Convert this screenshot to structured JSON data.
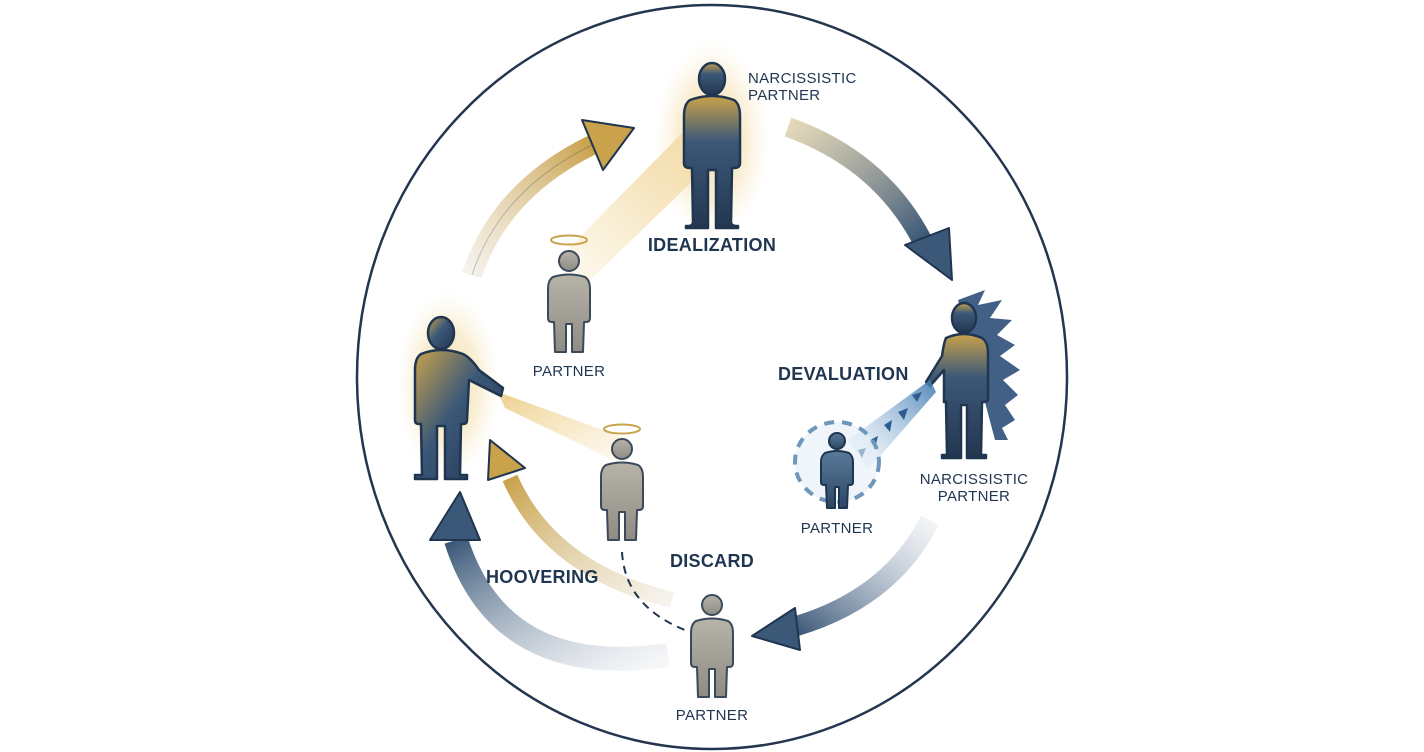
{
  "stages": {
    "idealization": "IDEALIZATION",
    "devaluation": "DEVALUATION",
    "discard": "DISCARD",
    "hoovering": "HOOVERING"
  },
  "roles": {
    "narcissist_top_line1": "NARCISSISTIC",
    "narcissist_top_line2": "PARTNER",
    "narcissist_right_line1": "NARCISSISTIC",
    "narcissist_right_line2": "PARTNER",
    "partner_idealized": "PARTNER",
    "partner_devalued": "PARTNER",
    "partner_discarded": "PARTNER"
  },
  "icons": {
    "figure": "person-silhouette-icon",
    "halo": "halo-icon",
    "arrow": "cycle-arrow-icon",
    "aura": "glow-aura-icon",
    "spikes": "jagged-spikes-icon"
  },
  "colors": {
    "navy": "#1f3550",
    "steel": "#3b5878",
    "gold": "#c9a24b",
    "gold_light": "#f1d89a",
    "partner_gray": "#a7a49b",
    "circle": "#24364f",
    "ice_blue": "#9ec6e6"
  }
}
